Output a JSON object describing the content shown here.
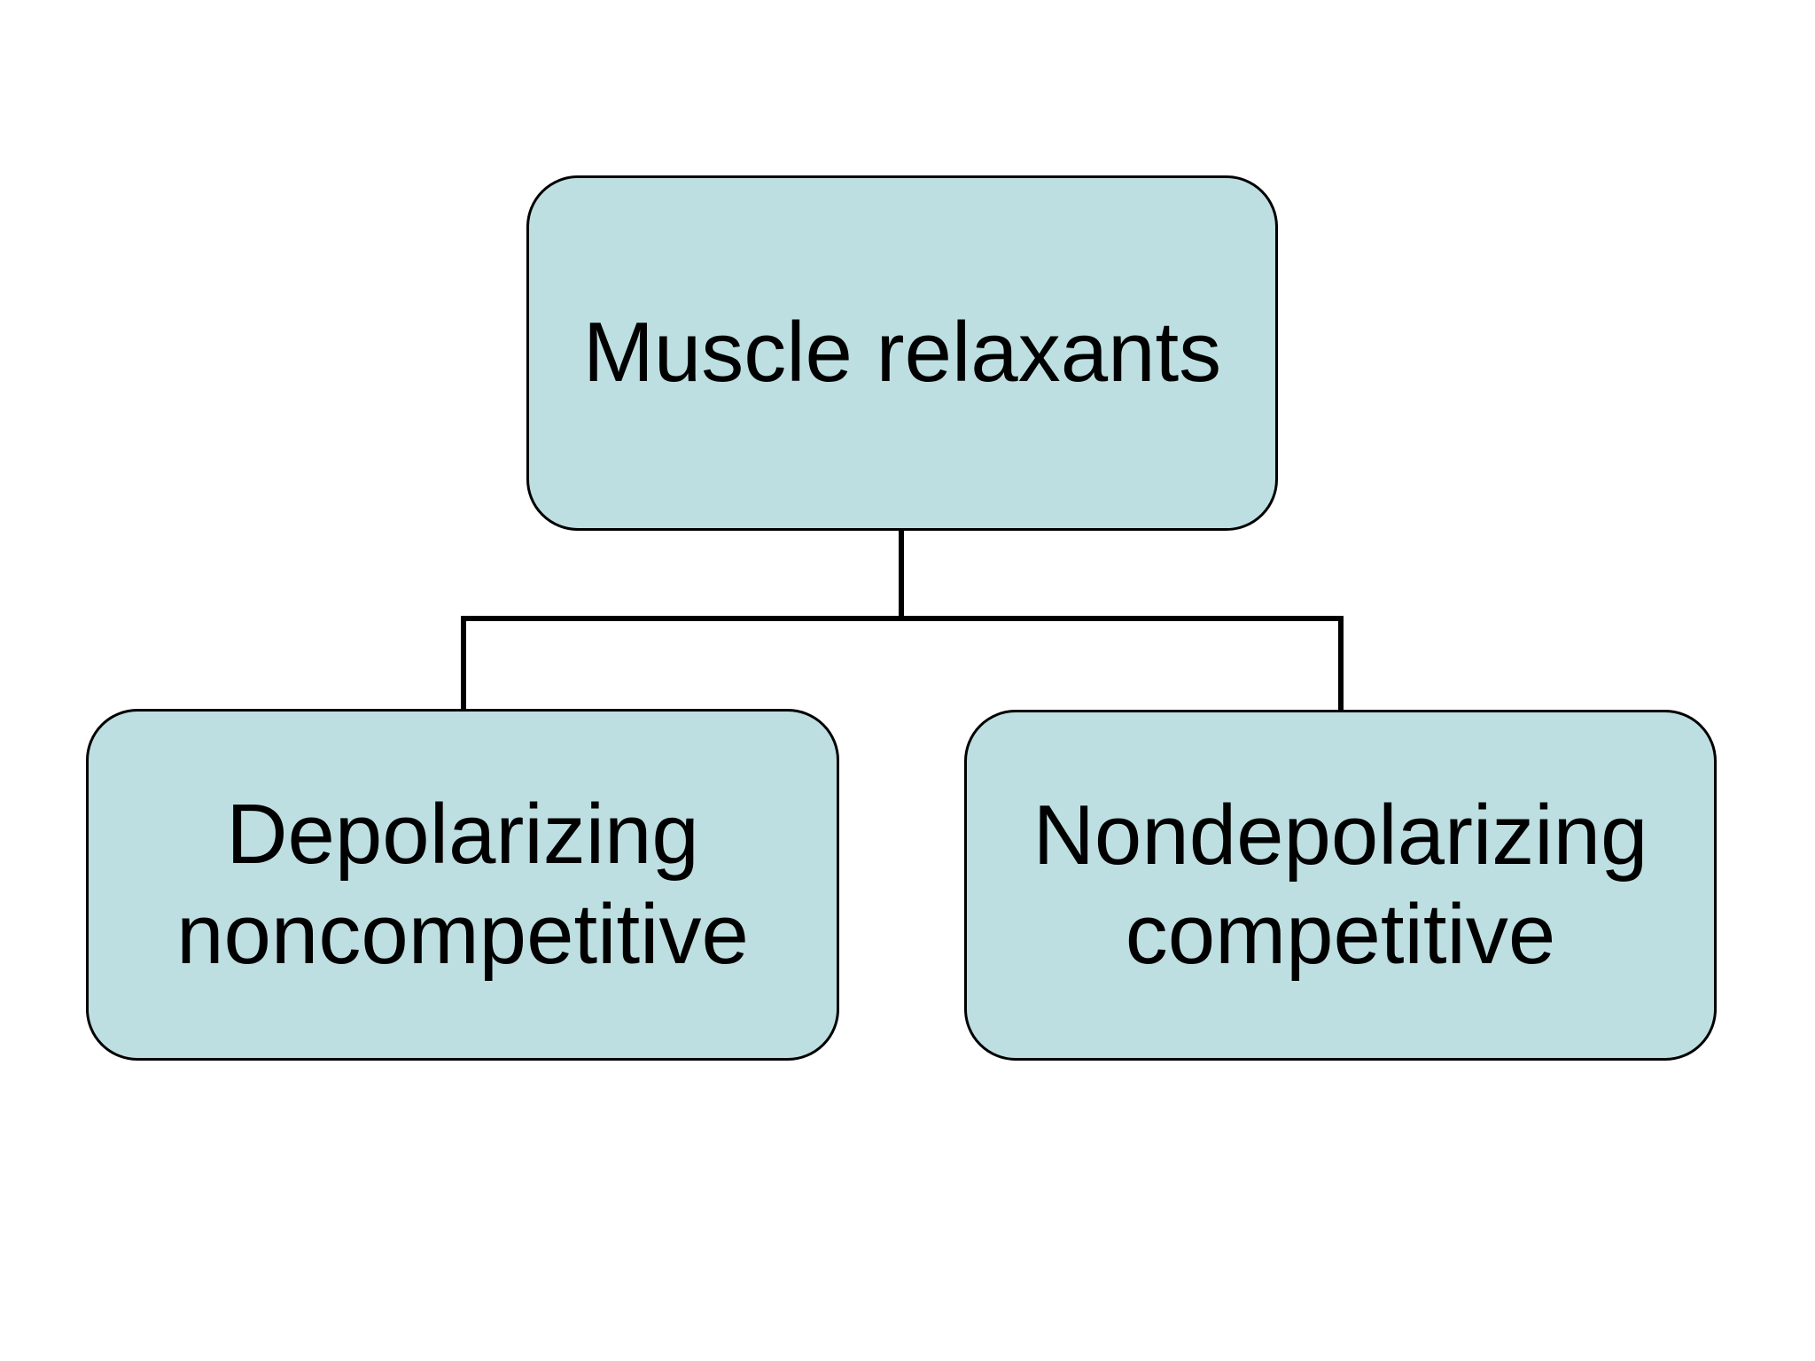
{
  "diagram": {
    "type": "hierarchy",
    "root": {
      "label": "Muscle relaxants"
    },
    "children": [
      {
        "label": "Depolarizing noncompetitive",
        "line1": "Depolarizing",
        "line2": "noncompetitive"
      },
      {
        "label": "Nondepolarizing competitive",
        "line1": "Nondepolarizing",
        "line2": "competitive"
      }
    ],
    "colors": {
      "background": "#FFFFFF",
      "node_fill": "#BEDFE1",
      "node_border": "#000000",
      "connector": "#000000",
      "text": "#000000"
    }
  }
}
